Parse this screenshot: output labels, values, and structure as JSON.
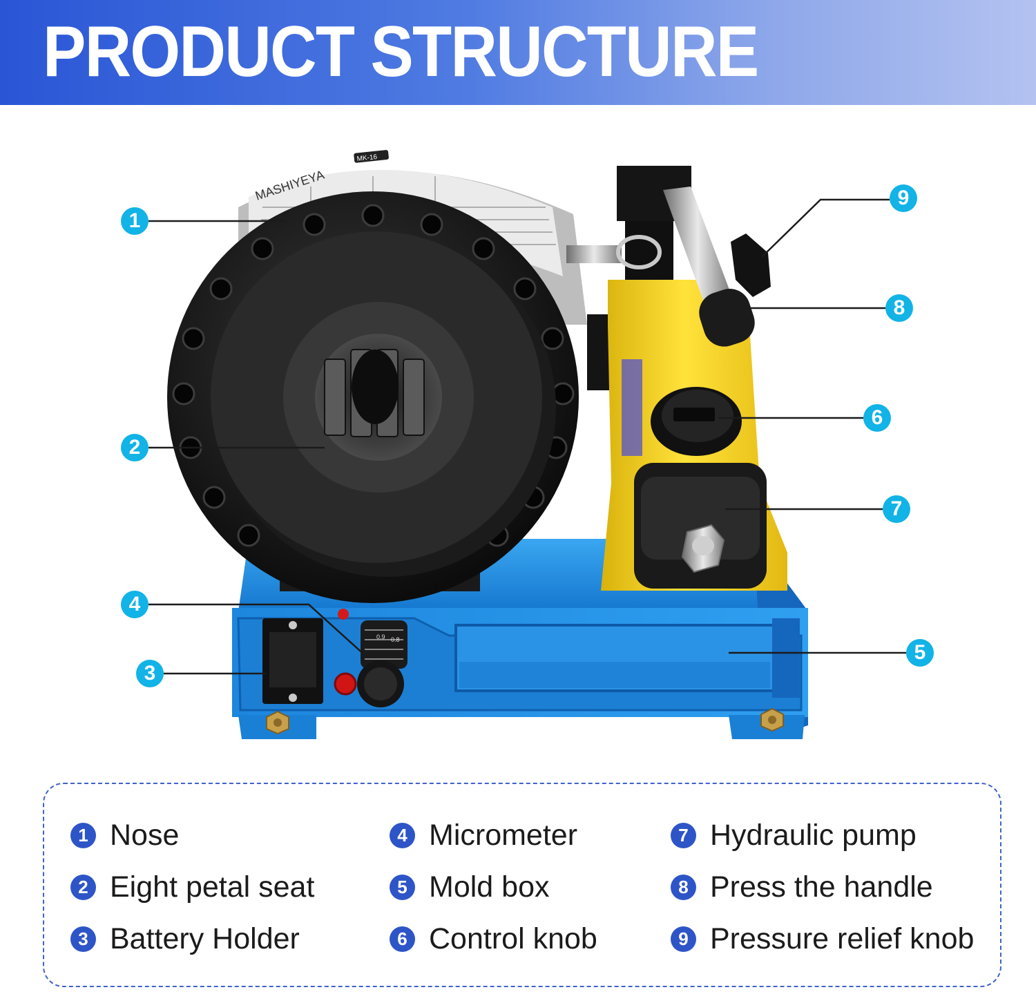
{
  "header": {
    "title": "PRODUCT STRUCTURE"
  },
  "diagram": {
    "machine_label": "MASHIYEYA",
    "model_label": "MK-16",
    "dial_marks": [
      "0.9",
      "0.8"
    ],
    "callouts": [
      "1",
      "2",
      "3",
      "4",
      "5",
      "6",
      "7",
      "8",
      "9"
    ]
  },
  "legend": {
    "items": [
      {
        "num": "1",
        "label": "Nose"
      },
      {
        "num": "2",
        "label": "Eight petal seat"
      },
      {
        "num": "3",
        "label": "Battery Holder"
      },
      {
        "num": "4",
        "label": "Micrometer"
      },
      {
        "num": "5",
        "label": "Mold box"
      },
      {
        "num": "6",
        "label": "Control knob"
      },
      {
        "num": "7",
        "label": "Hydraulic pump"
      },
      {
        "num": "8",
        "label": "Press the handle"
      },
      {
        "num": "9",
        "label": "Pressure relief knob"
      }
    ]
  },
  "colors": {
    "header_start": "#2a56d6",
    "header_end": "#b3c2f0",
    "callout": "#12b3e6",
    "legend_badge": "#2e55c7",
    "machine_base": "#1f8fe0",
    "pump": "#f1d21c"
  }
}
